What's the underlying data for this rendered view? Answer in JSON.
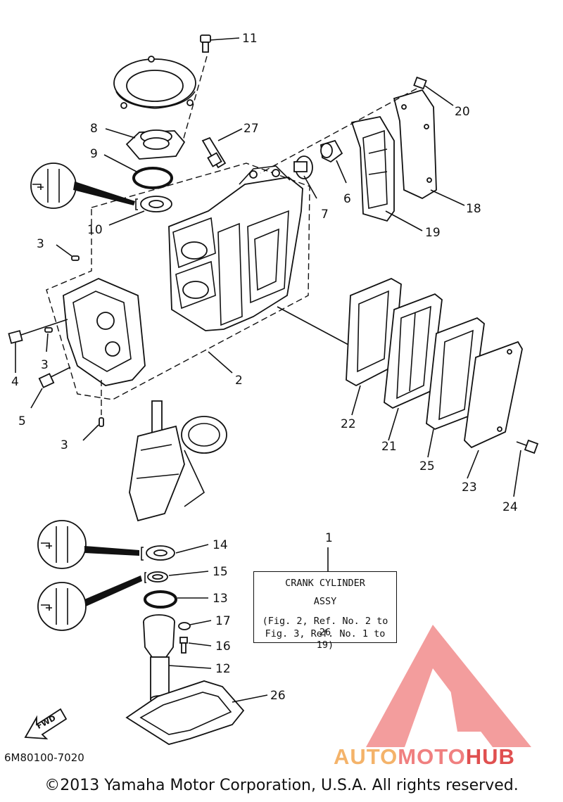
{
  "callouts": {
    "c1": "1",
    "c2": "2",
    "c3a": "3",
    "c3b": "3",
    "c3c": "3",
    "c4": "4",
    "c5": "5",
    "c6": "6",
    "c7": "7",
    "c8": "8",
    "c9": "9",
    "c10": "10",
    "c11": "11",
    "c12": "12",
    "c13": "13",
    "c14": "14",
    "c15": "15",
    "c16": "16",
    "c17": "17",
    "c18": "18",
    "c19": "19",
    "c20": "20",
    "c21": "21",
    "c22": "22",
    "c23": "23",
    "c24": "24",
    "c25": "25",
    "c26": "26",
    "c27": "27"
  },
  "assy_box": {
    "line1": "CRANK CYLINDER",
    "line2": "ASSY",
    "line3": "(Fig. 2, Ref. No. 2 to 26",
    "line4": "Fig. 3, Ref. No. 1 to 19)"
  },
  "fwd_label": "FWD",
  "part_number": "6M80100-7020",
  "copyright": "©2013 Yamaha Motor Corporation, U.S.A. All rights reserved.",
  "watermark": {
    "auto": "AUTO",
    "moto": "MOTO",
    "hub": "HUB",
    "colors": {
      "auto": "#f4b36a",
      "moto": "#f08080",
      "hub": "#e05050",
      "triangle": "#f08a8a"
    }
  }
}
